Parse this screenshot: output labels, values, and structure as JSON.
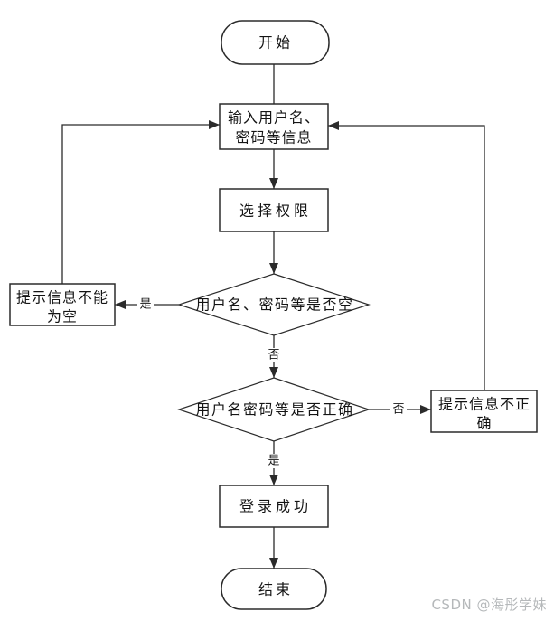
{
  "flowchart": {
    "nodes": {
      "start": {
        "label": "开始"
      },
      "input_info": {
        "line1": "输入用户名、",
        "line2": "密码等信息"
      },
      "select_permission": {
        "label": "选择权限"
      },
      "check_empty": {
        "label": "用户名、密码等是否空"
      },
      "prompt_empty": {
        "line1": "提示信息不能",
        "line2": "为空"
      },
      "check_correct": {
        "label": "用户名密码等是否正确"
      },
      "prompt_incorrect": {
        "line1": "提示信息不正",
        "line2": "确"
      },
      "login_success": {
        "label": "登录成功"
      },
      "end": {
        "label": "结束"
      }
    },
    "edge_labels": {
      "empty_yes": "是",
      "empty_no": "否",
      "correct_no": "否",
      "correct_yes": "是"
    },
    "colors": {
      "line": "#2b2b2b",
      "text": "#141414",
      "background": "#ffffff",
      "watermark": "#b5b8ba"
    }
  },
  "watermark": {
    "text": "CSDN @海彤学妹"
  }
}
